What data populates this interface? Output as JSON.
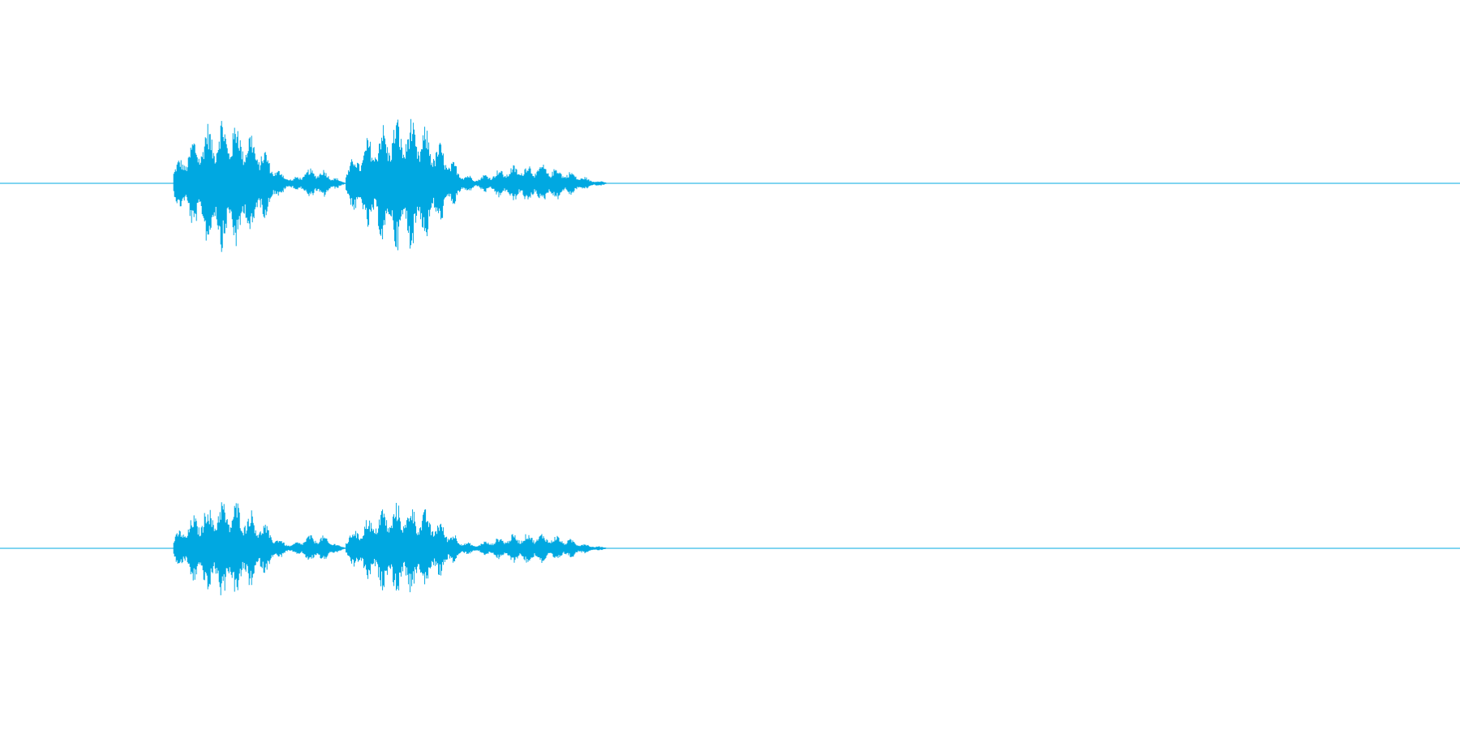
{
  "waveform": {
    "color": "#00a8e1",
    "background": "#ffffff",
    "channels": [
      {
        "channel": "top",
        "segments": [
          {
            "start": 0.119,
            "end": 0.2,
            "peak": 0.095
          },
          {
            "start": 0.2,
            "end": 0.237,
            "peak": 0.022
          },
          {
            "start": 0.237,
            "end": 0.325,
            "peak": 0.095
          },
          {
            "start": 0.325,
            "end": 0.415,
            "peak": 0.028
          }
        ]
      },
      {
        "channel": "bottom",
        "segments": [
          {
            "start": 0.119,
            "end": 0.2,
            "peak": 0.07
          },
          {
            "start": 0.2,
            "end": 0.237,
            "peak": 0.02
          },
          {
            "start": 0.237,
            "end": 0.325,
            "peak": 0.065
          },
          {
            "start": 0.325,
            "end": 0.415,
            "peak": 0.022
          }
        ]
      }
    ]
  }
}
